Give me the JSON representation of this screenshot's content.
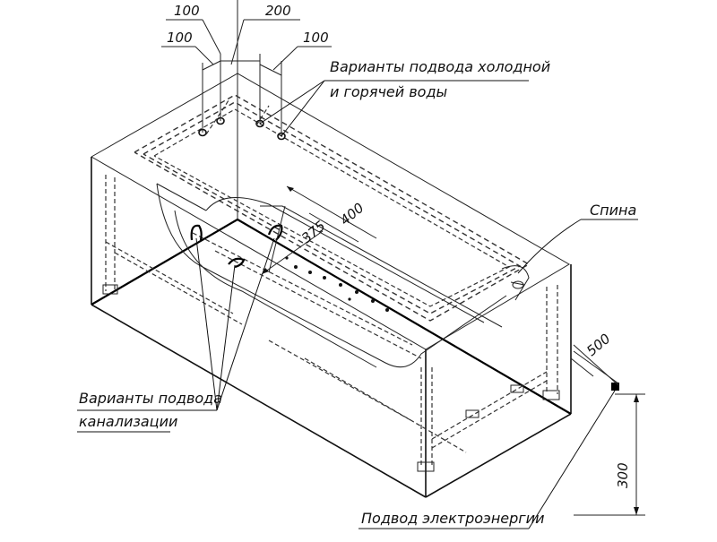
{
  "diagram": {
    "labels": {
      "water_supply_line1": "Варианты подвода холодной",
      "water_supply_line2": "и горячей воды",
      "back": "Спина",
      "drain_line1": "Варианты подвода",
      "drain_line2": "канализации",
      "power_supply": "Подвод электроэнергии"
    },
    "dimensions": {
      "d100_top": "100",
      "d100_second": "100",
      "d200": "200",
      "d100_right": "100",
      "d400": "400",
      "d375": "375",
      "d500": "500",
      "d300": "300"
    }
  }
}
